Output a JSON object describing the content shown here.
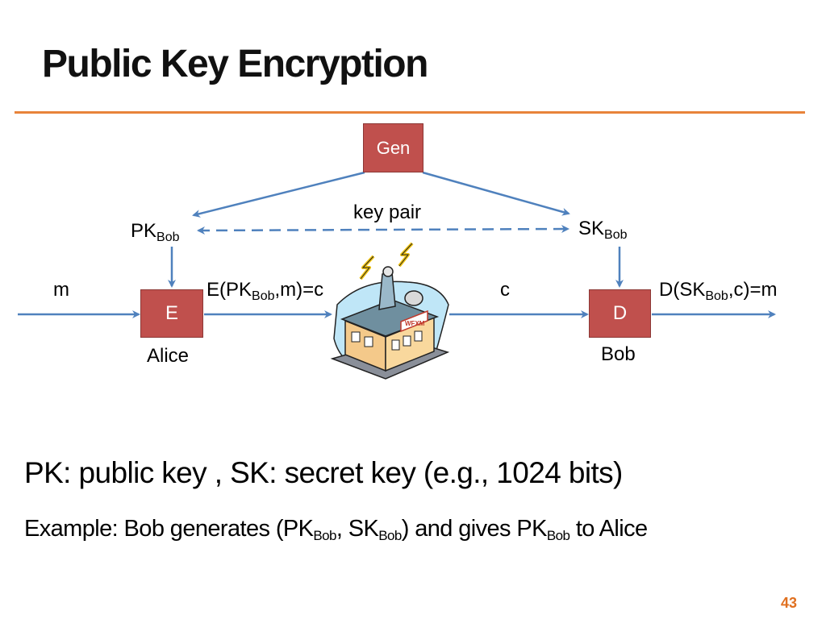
{
  "slide": {
    "title": "Public Key Encryption",
    "page_number": "43",
    "accent_color": "#e8833a",
    "box_color": "#c0504d",
    "arrow_color": "#4f81bd"
  },
  "diagram": {
    "gen_label": "Gen",
    "key_pair_label": "key pair",
    "pk": {
      "main": "PK",
      "sub": "Bob"
    },
    "sk": {
      "main": "SK",
      "sub": "Bob"
    },
    "m_label": "m",
    "enc_label": {
      "pre": "E(PK",
      "sub": "Bob",
      "post": ",m)=c"
    },
    "c_label": "c",
    "dec_label": {
      "pre": "D(SK",
      "sub": "Bob",
      "post": ",c)=m"
    },
    "e_box": "E",
    "d_box": "D",
    "alice_label": "Alice",
    "bob_label": "Bob",
    "station_sign": "WFXM",
    "station_icon": "radio-station-building-icon"
  },
  "text": {
    "caption": "PK: public key ,  SK: secret key (e.g., 1024 bits)",
    "example": {
      "part1": "Example: Bob generates (PK",
      "sub1": "Bob",
      "part2": ", SK",
      "sub2": "Bob",
      "part3": ") and gives PK",
      "sub3": "Bob",
      "part4": " to Alice"
    }
  }
}
